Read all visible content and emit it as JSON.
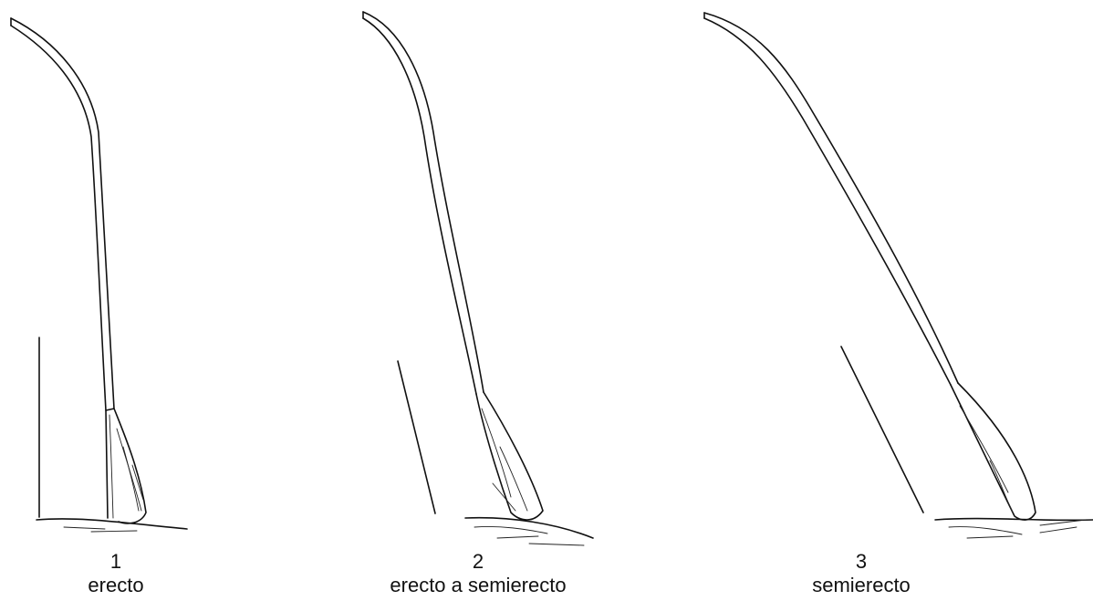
{
  "panels": [
    {
      "number": "1",
      "label": "erecto"
    },
    {
      "number": "2",
      "label": "erecto a semierecto"
    },
    {
      "number": "3",
      "label": "semierecto"
    }
  ]
}
